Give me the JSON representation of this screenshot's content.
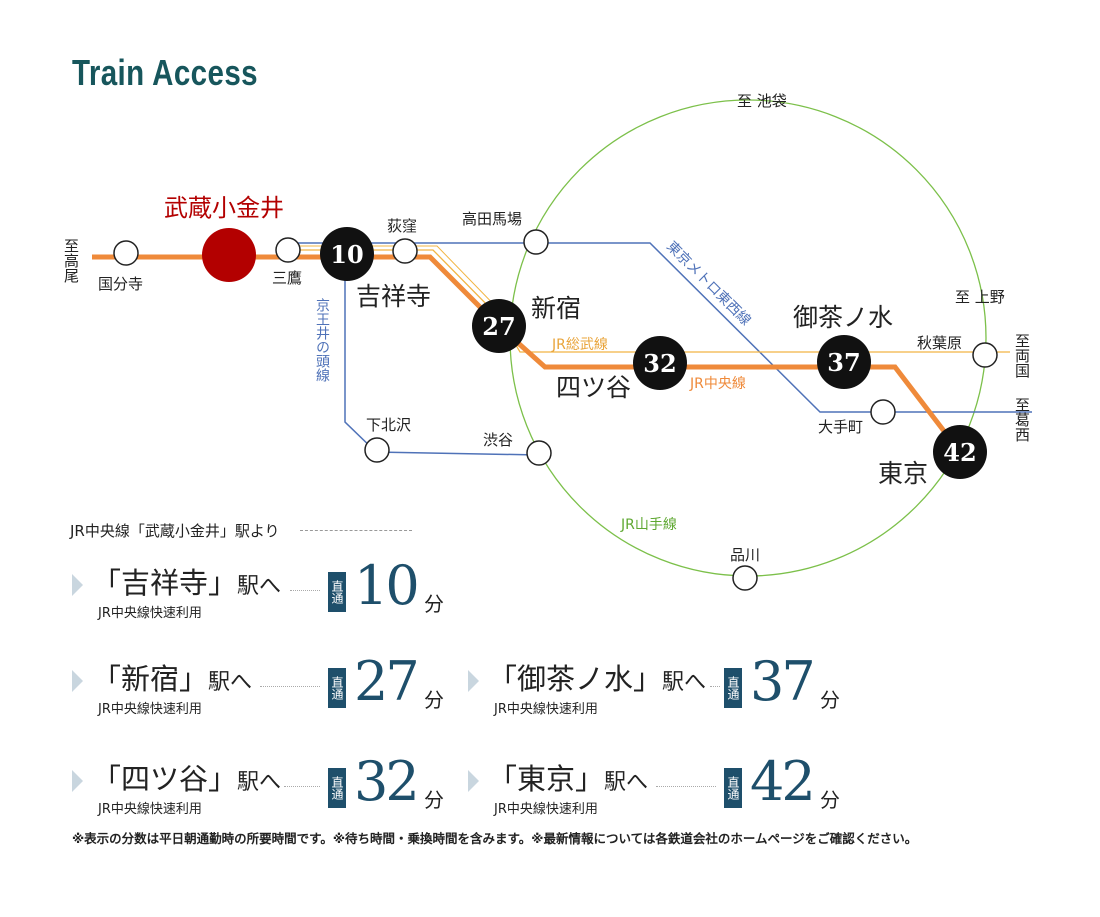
{
  "title": "Train Access",
  "map": {
    "origin": "武蔵小金井",
    "stations": {
      "kokubunji": "国分寺",
      "mitaka": "三鷹",
      "kichijoji": "吉祥寺",
      "ogikubo": "荻窪",
      "takadanobaba": "高田馬場",
      "shinjuku": "新宿",
      "yotsuya": "四ツ谷",
      "ochanomizu": "御茶ノ水",
      "akihabara": "秋葉原",
      "otemachi": "大手町",
      "tokyo": "東京",
      "shimokitazawa": "下北沢",
      "shibuya": "渋谷",
      "shinagawa": "品川"
    },
    "minutes": {
      "kichijoji": "10",
      "shinjuku": "27",
      "yotsuya": "32",
      "ochanomizu": "37",
      "tokyo": "42"
    },
    "directions": {
      "takao": "至高尾",
      "ikebukuro": "至 池袋",
      "ueno": "至 上野",
      "ryogoku": "至両国",
      "kasai": "至葛西"
    },
    "lines": {
      "chuo": "JR中央線",
      "sobu": "JR総武線",
      "yamanote": "JR山手線",
      "tozai": "東京メトロ東西線",
      "inokashira": "京王井の頭線"
    },
    "colors": {
      "chuo": "#ef8a3a",
      "sobu": "#f2b544",
      "yamanote": "#7cc04a",
      "tozai": "#4f72b8",
      "origin": "#b30000"
    }
  },
  "list": {
    "header": "JR中央線「武蔵小金井」駅より",
    "badge": "直通",
    "unit": "分",
    "eki": "駅へ",
    "items": [
      {
        "name": "「吉祥寺」",
        "sub": "JR中央線快速利用",
        "minutes": "10"
      },
      {
        "name": "「新宿」",
        "sub": "JR中央線快速利用",
        "minutes": "27"
      },
      {
        "name": "「四ツ谷」",
        "sub": "JR中央線快速利用",
        "minutes": "32"
      },
      {
        "name": "「御茶ノ水」",
        "sub": "JR中央線快速利用",
        "minutes": "37"
      },
      {
        "name": "「東京」",
        "sub": "JR中央線快速利用",
        "minutes": "42"
      }
    ]
  },
  "footnote": "※表示の分数は平日朝通勤時の所要時間です。※待ち時間・乗換時間を含みます。※最新情報については各鉄道会社のホームページをご確認ください。"
}
